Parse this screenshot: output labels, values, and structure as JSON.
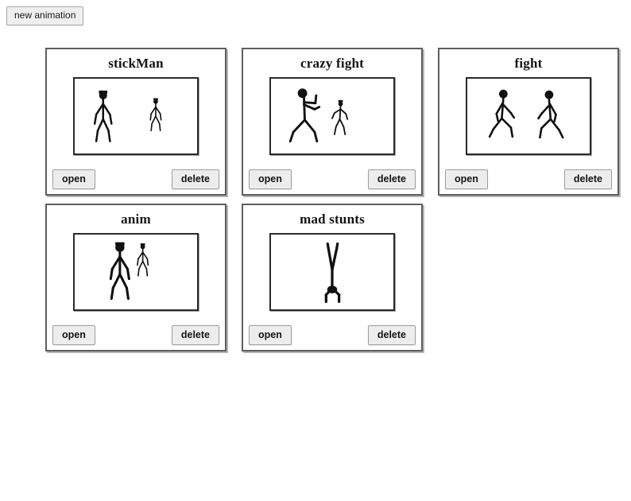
{
  "toolbar": {
    "new_animation_label": "new animation"
  },
  "card_buttons": {
    "open_label": "open",
    "delete_label": "delete"
  },
  "colors": {
    "page_background": "#ffffff",
    "card_border": "#5e5e5e",
    "stage_border": "#2a2a2a",
    "button_face": "#ededed",
    "button_border": "#9d9d9d",
    "figure_stroke": "#111111"
  },
  "animations": [
    {
      "title": "stickMan",
      "figure_scene": "two-standing-figures",
      "figure_count": 2
    },
    {
      "title": "crazy fight",
      "figure_scene": "punching-figure-and-small-figure",
      "figure_count": 2
    },
    {
      "title": "fight",
      "figure_scene": "two-walking-figures-facing",
      "figure_count": 2
    },
    {
      "title": "anim",
      "figure_scene": "large-and-small-standing-figures",
      "figure_count": 2
    },
    {
      "title": "mad stunts",
      "figure_scene": "handstand-figure",
      "figure_count": 1
    }
  ]
}
